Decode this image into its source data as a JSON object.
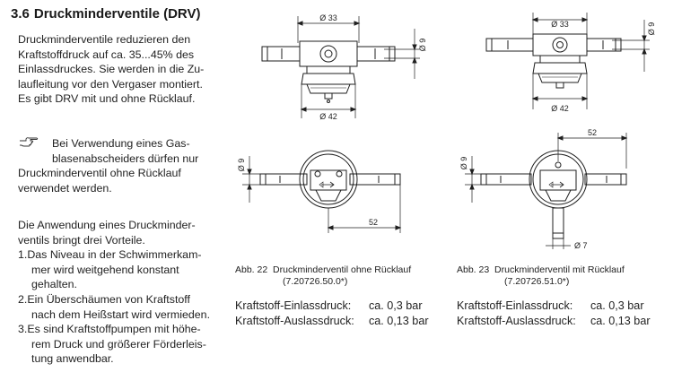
{
  "section": {
    "number": "3.6",
    "title": "Druckminderventile (DRV)"
  },
  "intro_lines": [
    "Druckminderventile reduzieren den",
    "Kraftstoffdruck auf ca. 35...45% des",
    "Einlassdruckes. Sie werden in die Zu-",
    "laufleitung vor den Vergaser montiert.",
    "Es gibt DRV mit und ohne Rücklauf."
  ],
  "hint_lines": [
    "Bei Verwendung eines Gas-",
    "blasenabscheiders dürfen nur",
    "Druckminderventil ohne Rücklauf",
    "verwendet werden."
  ],
  "list_intro_lines": [
    "Die Anwendung eines Druckminder-",
    "ventils bringt drei Vorteile."
  ],
  "list_items": [
    {
      "marker": "1.",
      "lines": [
        "Das Niveau in der Schwimmerkam-",
        "mer wird weitgehend konstant",
        "gehalten."
      ]
    },
    {
      "marker": "2.",
      "lines": [
        "Ein Überschäumen von Kraftstoff",
        "nach dem Heißstart wird vermieden."
      ]
    },
    {
      "marker": "3.",
      "lines": [
        "Es sind Kraftstoffpumpen mit höhe-",
        "rem Druck und größerer Förderleis-",
        "tung anwendbar."
      ]
    }
  ],
  "figure_22": {
    "label": "Abb. 22",
    "caption": "Druckminderventil ohne Rücklauf",
    "part_number": "(7.20726.50.0*)",
    "dims": {
      "top_width": "Ø 33",
      "tube": "Ø 9",
      "base": "Ø 42",
      "side_tube": "Ø 9",
      "length": "52"
    }
  },
  "figure_23": {
    "label": "Abb. 23",
    "caption": "Druckminderventil mit Rücklauf",
    "part_number": "(7.20726.51.0*)",
    "dims": {
      "top_width": "Ø 33",
      "tube": "Ø 9",
      "base": "Ø 42",
      "side_tube": "Ø 9",
      "length": "52",
      "return": "Ø 7"
    }
  },
  "pressures_22": [
    {
      "label": "Kraftstoff-Einlassdruck:",
      "value": "ca. 0,3 bar"
    },
    {
      "label": "Kraftstoff-Auslassdruck:",
      "value": "ca. 0,13 bar"
    }
  ],
  "pressures_23": [
    {
      "label": "Kraftstoff-Einlassdruck:",
      "value": "ca. 0,3 bar"
    },
    {
      "label": "Kraftstoff-Auslassdruck:",
      "value": "ca. 0,13 bar"
    }
  ]
}
